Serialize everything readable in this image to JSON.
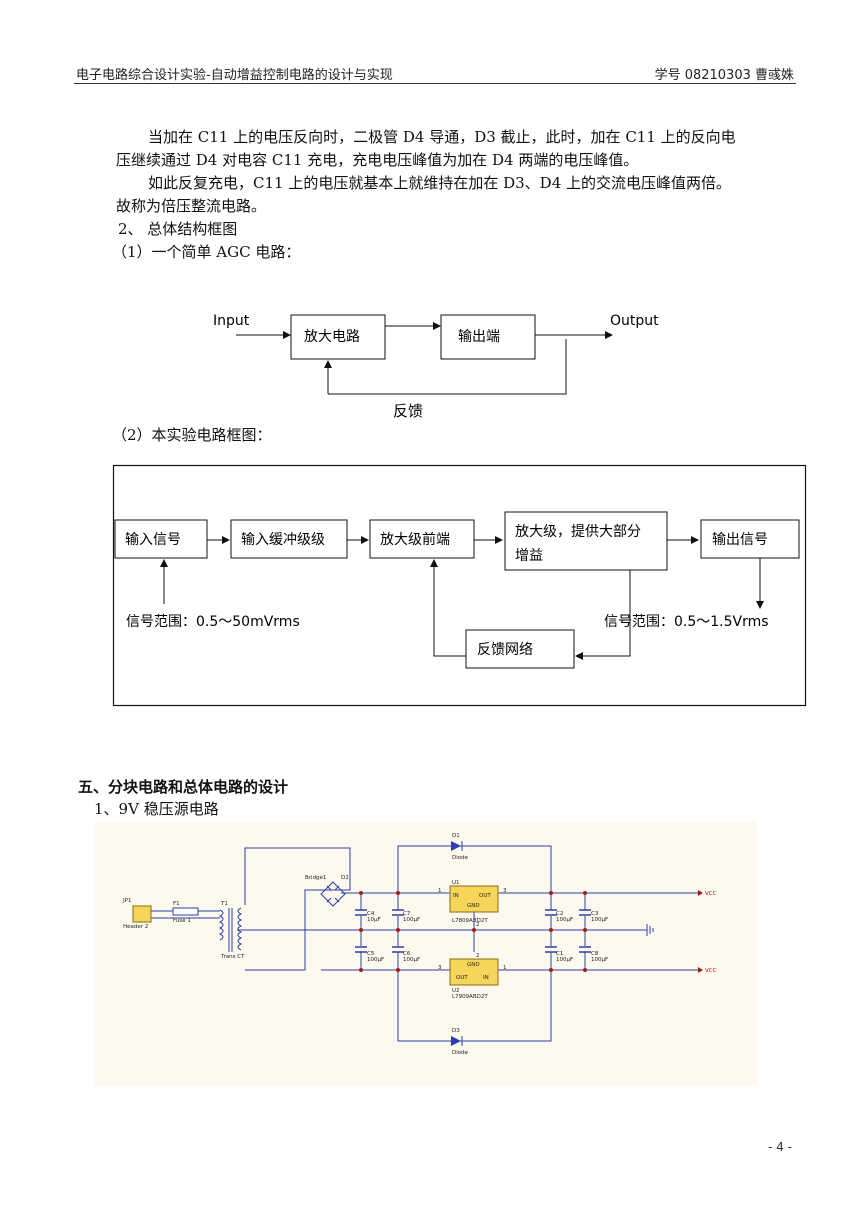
{
  "header": {
    "left": "电子电路综合设计实验-自动增益控制电路的设计与实现",
    "right": "学号 08210303 曹彧姝"
  },
  "paragraphs": [
    "当加在 C11 上的电压反向时，二极管 D4 导通，D3 截止，此时，加在 C11 上的反向电",
    "压继续通过 D4 对电容 C11 充电，充电电压峰值为加在 D4 两端的电压峰值。",
    "如此反复充电，C11 上的电压就基本上就维持在加在 D3、D4 上的交流电压峰值两倍。",
    "故称为倍压整流电路。"
  ],
  "heading2": "2、 总体结构框图",
  "sub1": "（1）一个简单 AGC 电路：",
  "diagram1": {
    "input": "Input",
    "output": "Output",
    "amp": "放大电路",
    "out_stage": "输出端",
    "feedback": "反馈"
  },
  "sub2": "（2）本实验电路框图：",
  "diagram2": {
    "input_signal": "输入信号",
    "buffer": "输入缓冲级级",
    "pre_amp": "放大级前端",
    "amp_main_1": "放大级，提供大部分",
    "amp_main_2": "增益",
    "output_signal": "输出信号",
    "feedback_net": "反馈网络",
    "in_range": "信号范围：0.5～50mVrms",
    "out_range": "信号范围：0.5～1.5Vrms"
  },
  "section5": "五、分块电路和总体电路的设计",
  "section5_1": "1、9V 稳压源电路",
  "schematic": {
    "bg": "#fdf9ee",
    "wire": "#2b3fa8",
    "reg_fill": "#f6d65a",
    "d1": "D1",
    "d1_type": "Diode",
    "d3": "D3",
    "d3_type": "Diode",
    "jp1": "JP1",
    "header": "Header 2",
    "f1": "F1",
    "fuse": "Fuse 1",
    "t1": "T1",
    "trans": "Trans CT",
    "bridge": "Bridge1",
    "d2": "D2",
    "u1": "U1",
    "u1_part": "L7809ABD2T",
    "u2": "U2",
    "u2_part": "L7909ABD2T",
    "in": "IN",
    "out": "OUT",
    "gnd": "GND",
    "vcc": "VCC",
    "c_labels": [
      "C4",
      "C7",
      "C2",
      "C3",
      "C5",
      "C6",
      "C1",
      "C8"
    ],
    "c_vals": [
      "10μF",
      "100μF",
      "100μF",
      "100μF",
      "100μF",
      "100μF",
      "100μF",
      "100μF"
    ],
    "pins": [
      "1",
      "3",
      "2",
      "1",
      "3",
      "2"
    ]
  },
  "page_number": "- 4 -"
}
